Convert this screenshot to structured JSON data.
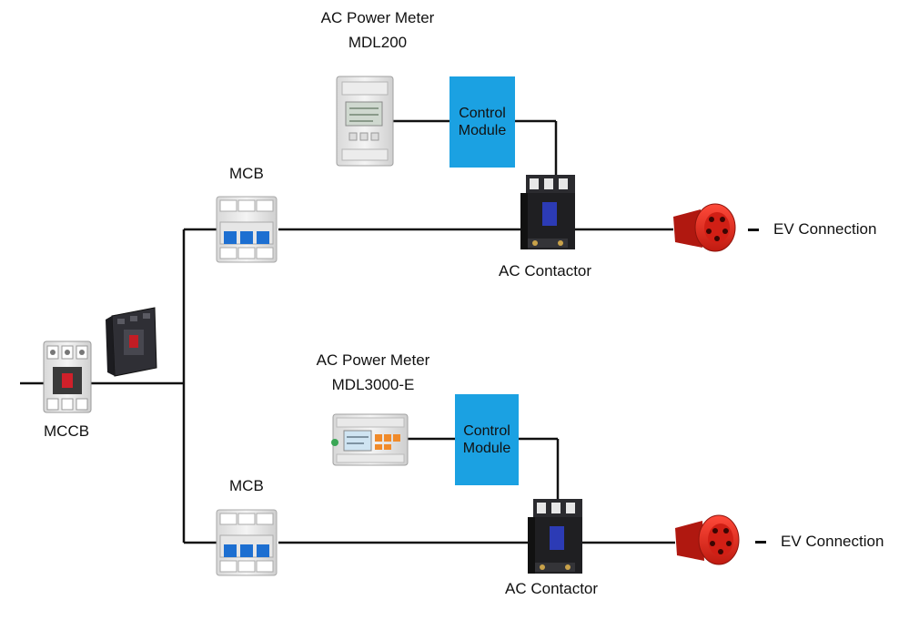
{
  "colors": {
    "line": "#111111",
    "control_module": "#1ba1e2",
    "plug_red": "#e0261b"
  },
  "mccb": {
    "label": "MCCB",
    "icon": "mccb-breaker-icon"
  },
  "branch_top": {
    "mcb_label": "MCB",
    "meter_title": "AC Power Meter",
    "meter_model": "MDL200",
    "control_module_line1": "Control",
    "control_module_line2": "Module",
    "contactor_label": "AC Contactor",
    "ev_label": "EV Connection"
  },
  "branch_bottom": {
    "mcb_label": "MCB",
    "meter_title": "AC Power Meter",
    "meter_model": "MDL3000-E",
    "control_module_line1": "Control",
    "control_module_line2": "Module",
    "contactor_label": "AC Contactor",
    "ev_label": "EV Connection"
  }
}
